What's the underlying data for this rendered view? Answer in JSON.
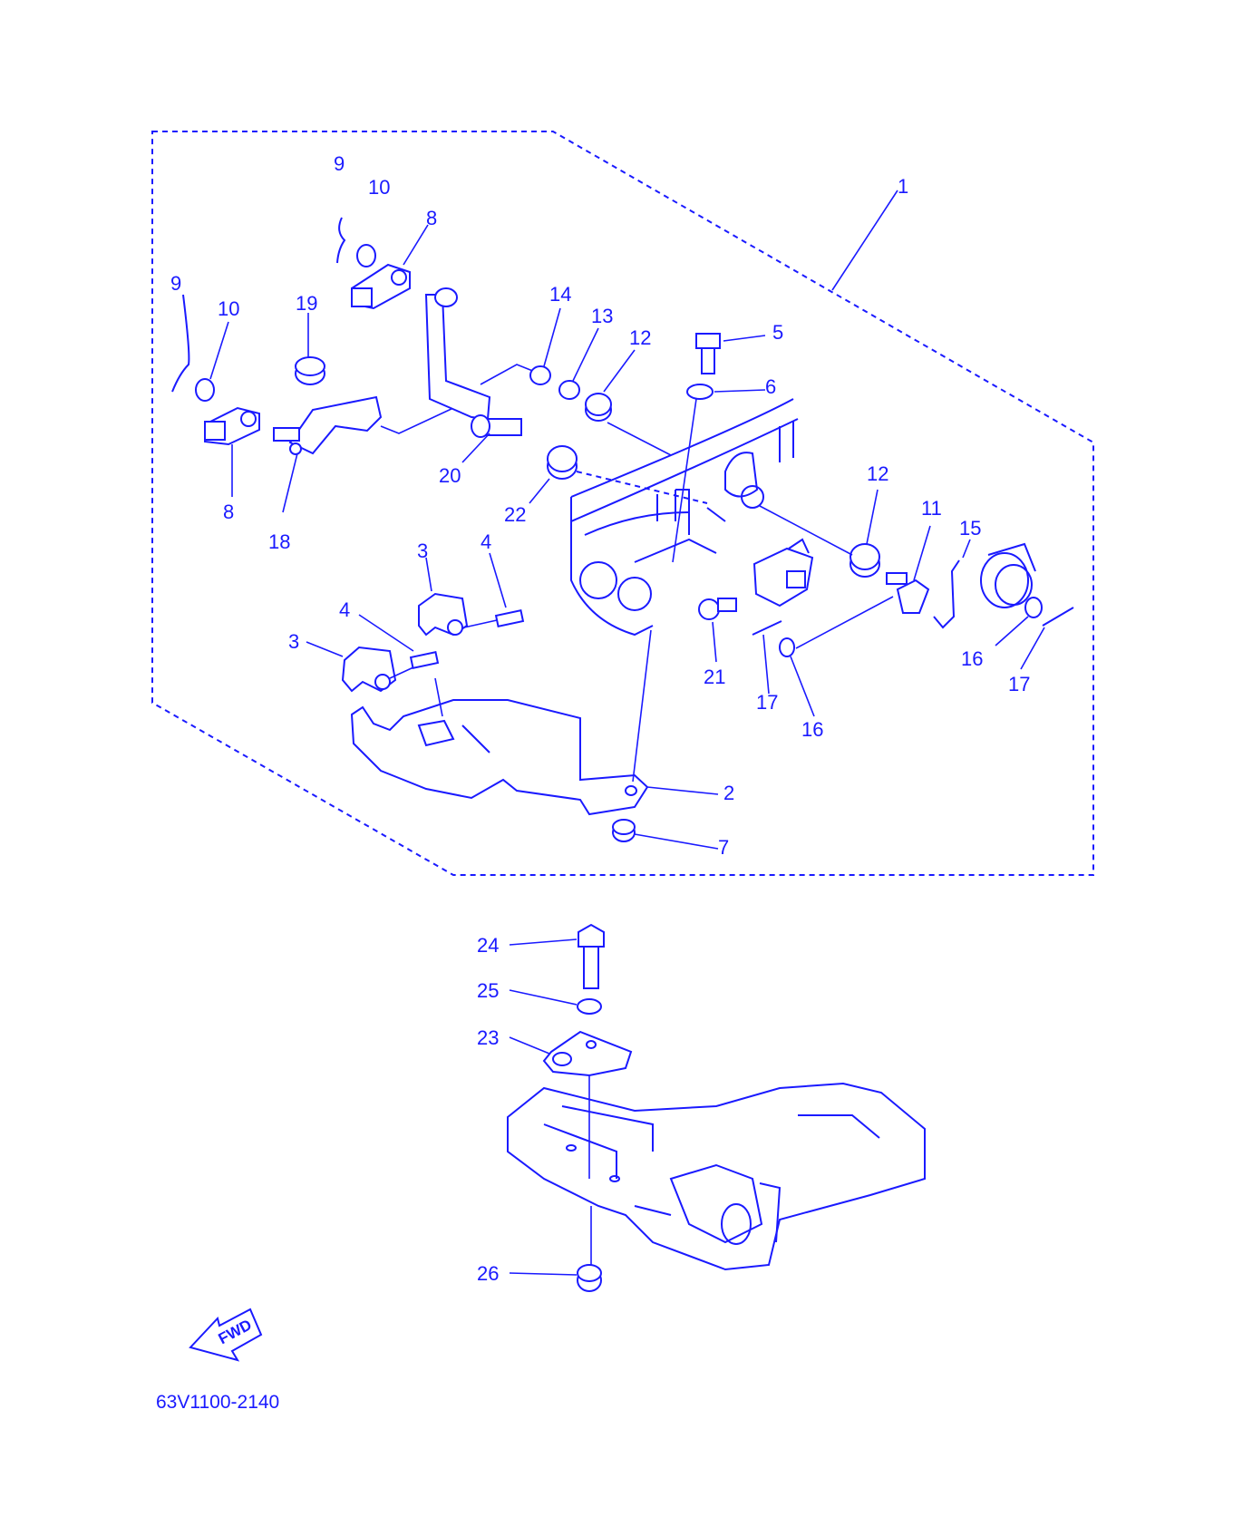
{
  "callouts": [
    "1",
    "2",
    "3",
    "3",
    "4",
    "4",
    "5",
    "6",
    "7",
    "8",
    "8",
    "9",
    "9",
    "10",
    "10",
    "11",
    "12",
    "12",
    "13",
    "14",
    "15",
    "16",
    "16",
    "17",
    "17",
    "18",
    "19",
    "20",
    "21",
    "22",
    "23",
    "24",
    "25",
    "26"
  ],
  "fwd_label": "FWD",
  "diagram_code": "63V1100-2140",
  "colors": {
    "line": "#1a1aff",
    "background": "#ffffff"
  }
}
